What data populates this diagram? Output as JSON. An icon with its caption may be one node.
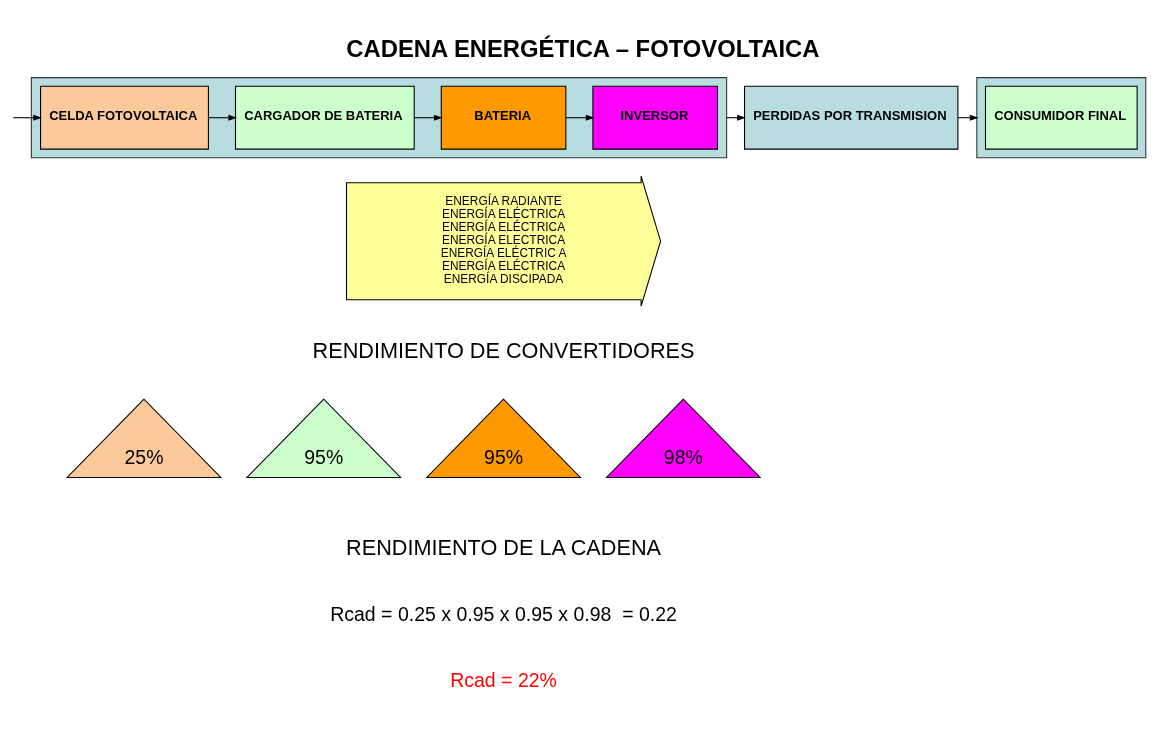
{
  "diagram": {
    "title": "CADENA ENERGÉTICA – FOTOVOLTAICA",
    "nodes": [
      {
        "text": [],
        "shape": "box"
      },
      {
        "text": [
          "CELDA FOTOVOLTAICA"
        ],
        "in": 0
      },
      {
        "text": [
          "CARGADOR DE BATERIA"
        ],
        "in": 0
      },
      {
        "text": [
          "BATERIA"
        ],
        "in": 0
      },
      {
        "text": [
          "INVERSOR"
        ],
        "in": 0
      },
      {
        "text": [
          "PERDIDAS POR TRANSMISION"
        ]
      },
      {
        "text": [],
        "shape": "box"
      },
      {
        "text": [
          "CONSUMIDOR FINAL"
        ],
        "in": 6
      },
      {
        "text": [
          "ENERGÍA RADIANTE",
          "ENERGÍA ELÉCTRICA",
          "ENERGÍA ELÉCTRICA",
          "ENERGÍA ELECTRICA",
          "ENERGÍA ELÉCTRIC A",
          "ENERGÍA ELÉCTRICA",
          "ENERGÍA DISCIPADA"
        ]
      },
      {
        "text": [
          "25%"
        ]
      },
      {
        "text": [
          "95%"
        ]
      },
      {
        "text": [
          "95%"
        ]
      },
      {
        "text": [
          "98%"
        ]
      }
    ],
    "edges": [
      {
        "from": null,
        "to": 1,
        "arrow": "to"
      },
      {
        "from": 1,
        "to": 2,
        "arrow": "to"
      },
      {
        "from": 2,
        "to": 3,
        "arrow": "to"
      },
      {
        "from": 3,
        "to": 4,
        "arrow": "to"
      },
      {
        "from": 0,
        "to": 5,
        "arrow": "to"
      },
      {
        "from": 5,
        "to": 6,
        "arrow": "to"
      }
    ],
    "labels": [
      "RENDIMIENTO DE CONVERTIDORES",
      "RENDIMIENTO DE LA CADENA",
      "Rcad = 0.25 x 0.95 x 0.95 x 0.98  = 0.22",
      "Rcad = 22%"
    ]
  }
}
